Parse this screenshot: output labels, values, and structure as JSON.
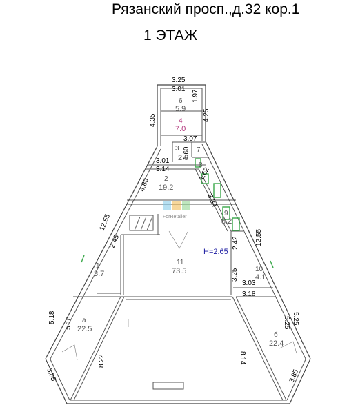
{
  "header": {
    "address": "Рязанский просп.,д.32 кор.1",
    "floor": "1 ЭТАЖ"
  },
  "height_label": "H=2.65",
  "watermark": "ForRetailer",
  "dimensions": {
    "top_width_outer": "3.25",
    "top_width_inner": "3.01",
    "tower_right": "1.97",
    "tower_left": "4.35",
    "right_425": "4.25",
    "w_307": "3.07",
    "v_160": "1.60",
    "w_301": "3.01",
    "w_314": "3.14",
    "d_489": "4.89",
    "d_162": "1.62",
    "d_334": "3.34",
    "left_1255": "12.55",
    "left_245": "2.45",
    "right_242": "2.42",
    "right_1255": "12.55",
    "v_325": "3.25",
    "w_303": "3.03",
    "w_318": "3.18",
    "left_518_outer": "5.18",
    "left_518_inner": "5.18",
    "right_525_inner": "5.25",
    "right_525_outer": "5.25",
    "d_822": "8.22",
    "d_814": "8.14",
    "left_385": "3.85",
    "right_385": "3.85"
  },
  "rooms": [
    {
      "num": "6",
      "area": "5.9"
    },
    {
      "num": "4",
      "area": "7.0"
    },
    {
      "num": "3",
      "area": "2.9"
    },
    {
      "num": "7",
      "area": ""
    },
    {
      "num": "8",
      "area": ""
    },
    {
      "num": "2",
      "area": "19.2"
    },
    {
      "num": "9",
      "area": "8.2"
    },
    {
      "num": "1",
      "area": "3.7"
    },
    {
      "num": "11",
      "area": "73.5"
    },
    {
      "num": "10",
      "area": "4.1"
    },
    {
      "num": "a",
      "area": "22.5"
    },
    {
      "num": "б",
      "area": "22.4"
    }
  ],
  "colors": {
    "wall": "#555555",
    "window": "#3aa84a",
    "room4": "#b0337a",
    "height_label": "#1a1aa0"
  }
}
